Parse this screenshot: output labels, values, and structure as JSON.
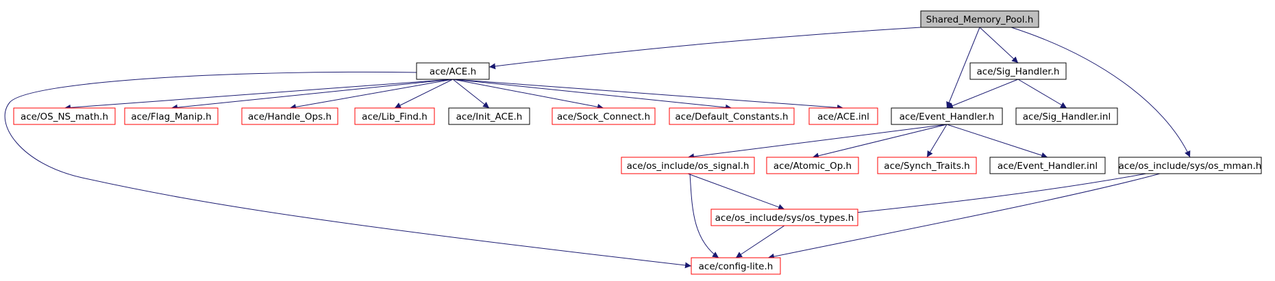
{
  "colors": {
    "root_fill": "#bfbfbf",
    "black_border": "#000000",
    "red_border": "#ff0000",
    "edge": "#191970",
    "background": "#ffffff"
  },
  "nodes": [
    {
      "id": "root",
      "label": "Shared_Memory_Pool.h",
      "border": "black",
      "filled": true
    },
    {
      "id": "ace",
      "label": "ace/ACE.h",
      "border": "black"
    },
    {
      "id": "sig",
      "label": "ace/Sig_Handler.h",
      "border": "black"
    },
    {
      "id": "osnsmath",
      "label": "ace/OS_NS_math.h",
      "border": "red"
    },
    {
      "id": "flag",
      "label": "ace/Flag_Manip.h",
      "border": "red"
    },
    {
      "id": "handle",
      "label": "ace/Handle_Ops.h",
      "border": "red"
    },
    {
      "id": "libfind",
      "label": "ace/Lib_Find.h",
      "border": "red"
    },
    {
      "id": "initace",
      "label": "ace/Init_ACE.h",
      "border": "black"
    },
    {
      "id": "sock",
      "label": "ace/Sock_Connect.h",
      "border": "red"
    },
    {
      "id": "defconst",
      "label": "ace/Default_Constants.h",
      "border": "red"
    },
    {
      "id": "aceinl",
      "label": "ace/ACE.inl",
      "border": "red"
    },
    {
      "id": "evh",
      "label": "ace/Event_Handler.h",
      "border": "black"
    },
    {
      "id": "siginl",
      "label": "ace/Sig_Handler.inl",
      "border": "black"
    },
    {
      "id": "ossignal",
      "label": "ace/os_include/os_signal.h",
      "border": "red"
    },
    {
      "id": "atomic",
      "label": "ace/Atomic_Op.h",
      "border": "red"
    },
    {
      "id": "synch",
      "label": "ace/Synch_Traits.h",
      "border": "red"
    },
    {
      "id": "evhinl",
      "label": "ace/Event_Handler.inl",
      "border": "black"
    },
    {
      "id": "osmman",
      "label": "ace/os_include/sys/os_mman.h",
      "border": "black"
    },
    {
      "id": "ostypes",
      "label": "ace/os_include/sys/os_types.h",
      "border": "red"
    },
    {
      "id": "config",
      "label": "ace/config-lite.h",
      "border": "red"
    }
  ],
  "edges": [
    {
      "from": "root",
      "to": "ace"
    },
    {
      "from": "root",
      "to": "evh"
    },
    {
      "from": "root",
      "to": "sig"
    },
    {
      "from": "root",
      "to": "osmman"
    },
    {
      "from": "ace",
      "to": "osnsmath"
    },
    {
      "from": "ace",
      "to": "flag"
    },
    {
      "from": "ace",
      "to": "handle"
    },
    {
      "from": "ace",
      "to": "libfind"
    },
    {
      "from": "ace",
      "to": "initace"
    },
    {
      "from": "ace",
      "to": "sock"
    },
    {
      "from": "ace",
      "to": "defconst"
    },
    {
      "from": "ace",
      "to": "aceinl"
    },
    {
      "from": "ace",
      "to": "config"
    },
    {
      "from": "sig",
      "to": "evh"
    },
    {
      "from": "sig",
      "to": "siginl"
    },
    {
      "from": "evh",
      "to": "ossignal"
    },
    {
      "from": "evh",
      "to": "atomic"
    },
    {
      "from": "evh",
      "to": "synch"
    },
    {
      "from": "evh",
      "to": "evhinl"
    },
    {
      "from": "ossignal",
      "to": "ostypes"
    },
    {
      "from": "ossignal",
      "to": "config"
    },
    {
      "from": "osmman",
      "to": "ostypes"
    },
    {
      "from": "osmman",
      "to": "config"
    },
    {
      "from": "ostypes",
      "to": "config"
    }
  ]
}
